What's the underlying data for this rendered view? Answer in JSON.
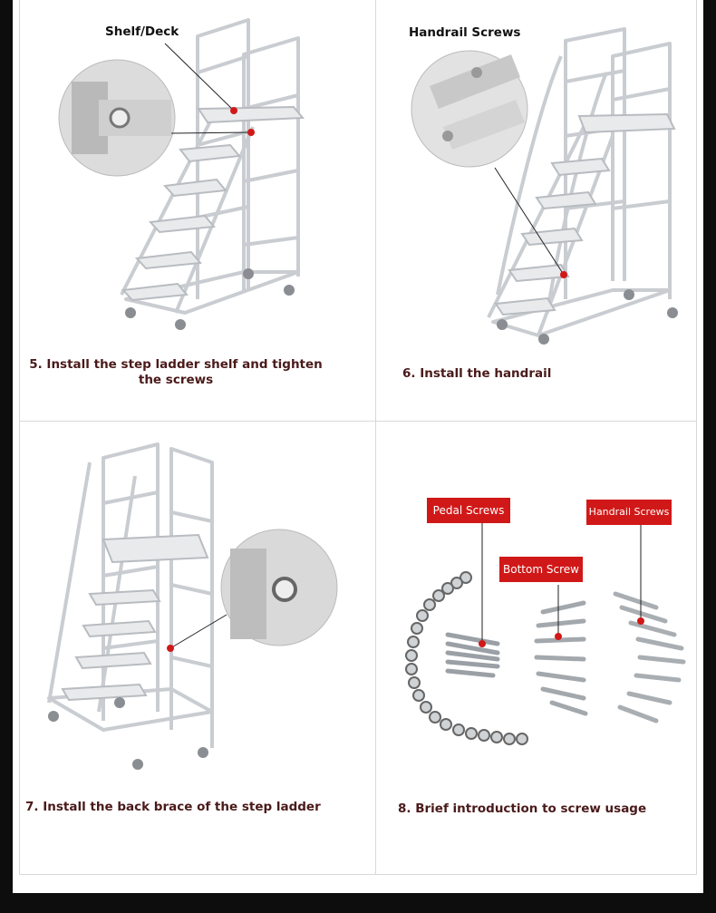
{
  "steps": [
    {
      "caption": "5. Install the step ladder shelf and tighten the screws",
      "callout": "Shelf/Deck"
    },
    {
      "caption": "6. Install the handrail",
      "callout": "Handrail Screws"
    },
    {
      "caption": "7. Install the back brace of the step ladder"
    },
    {
      "caption": "8. Brief introduction to screw usage",
      "tags": [
        "Pedal Screws",
        "Bottom Screw",
        "Handrail Screws"
      ]
    }
  ],
  "colors": {
    "caption": "#4a1a1a",
    "tag_bg": "#d11818",
    "tag_text": "#ffffff",
    "frame": "#d8d8d8",
    "ladder": "#e6e8ea"
  },
  "icons": [
    "ladder-photo",
    "magnified-bolt-icon",
    "screw-pile"
  ]
}
